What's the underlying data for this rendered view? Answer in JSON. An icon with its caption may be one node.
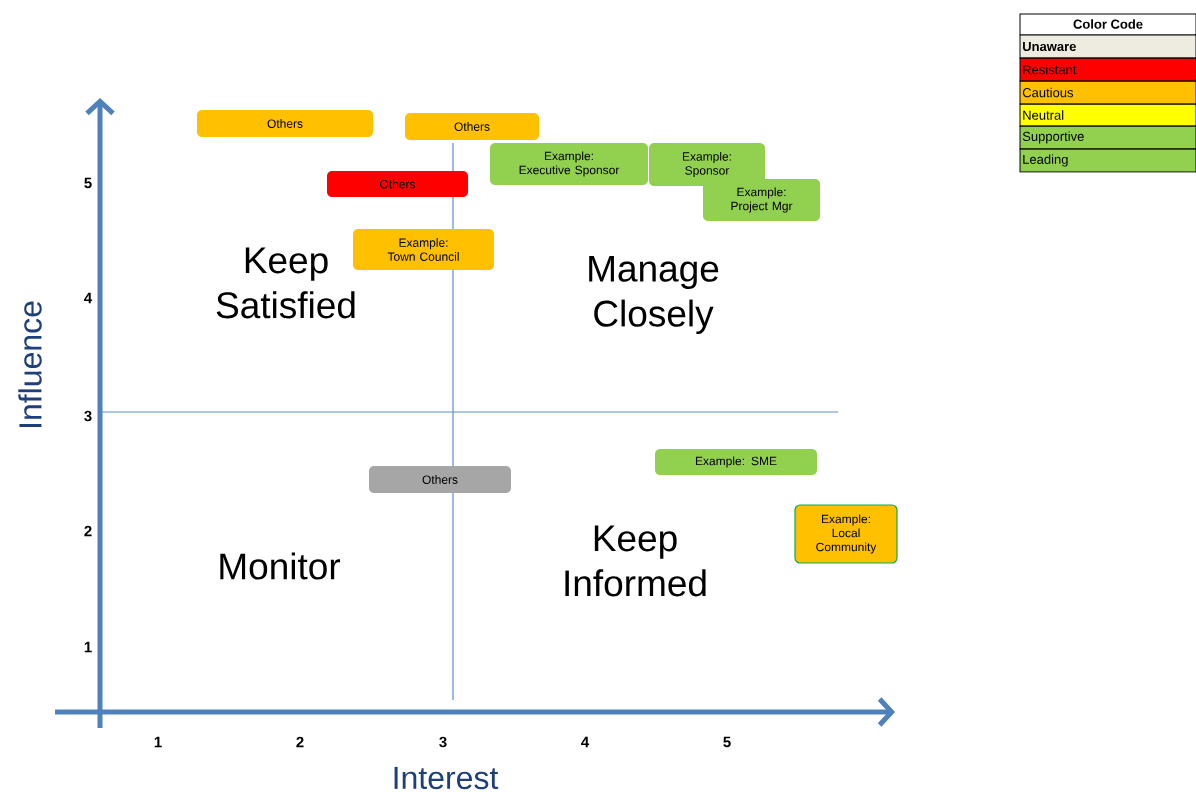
{
  "diagram": {
    "nodes": [
      {
        "text": [
          "Others"
        ]
      },
      {
        "text": [
          "Others"
        ]
      },
      {
        "text": [
          "Example: Executive Sponsor"
        ]
      },
      {
        "text": [
          "Example: Sponsor"
        ]
      },
      {
        "text": [
          "Example: Project Mgr"
        ]
      },
      {
        "text": [
          "Others"
        ]
      },
      {
        "text": [
          "Example: Town Council"
        ]
      },
      {
        "text": [
          "Example: SME"
        ]
      },
      {
        "text": [
          "Others"
        ]
      },
      {
        "text": [
          "Example: Local Community"
        ]
      }
    ],
    "edges": [],
    "labels": [
      "Color Code",
      "5",
      "Keep Satisfied",
      "Manage Closely",
      "4",
      "Influence",
      "3",
      "2",
      "Keep Informed",
      "Monitor",
      "1",
      "1",
      "2",
      "3",
      "4",
      "5",
      "Interest"
    ],
    "legend": [
      {
        "text": "Unaware",
        "color": "#eeece1"
      },
      {
        "text": "Resistant",
        "color": "#ff0000"
      },
      {
        "text": "Cautious",
        "color": "#ffc000"
      },
      {
        "text": "Neutral",
        "color": "#ffff00"
      },
      {
        "text": "Supportive",
        "color": "#92d050"
      },
      {
        "text": "Leading",
        "color": "#92d050"
      }
    ]
  }
}
